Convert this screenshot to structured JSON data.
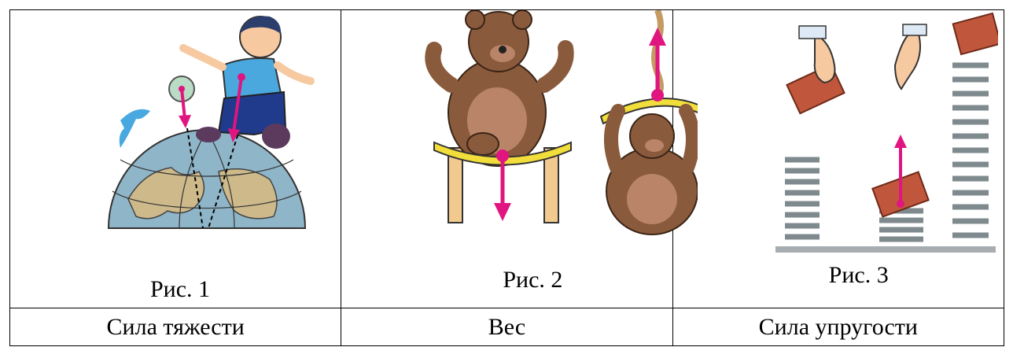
{
  "figures": [
    {
      "caption": "Рис. 1",
      "label": "Сила тяжести"
    },
    {
      "caption": "Рис. 2",
      "label": "Вес"
    },
    {
      "caption": "Рис. 3",
      "label": "Сила упругости"
    }
  ],
  "colors": {
    "arrow": "#e0157f",
    "earth_ocean": "#8fb5c9",
    "earth_land": "#cdb98a",
    "bear": "#8a5a3c",
    "bear_belly": "#b98468",
    "support": "#f1de3a",
    "post": "#f2c98f",
    "brick": "#c0573c",
    "spring": "#7f8a8f"
  }
}
